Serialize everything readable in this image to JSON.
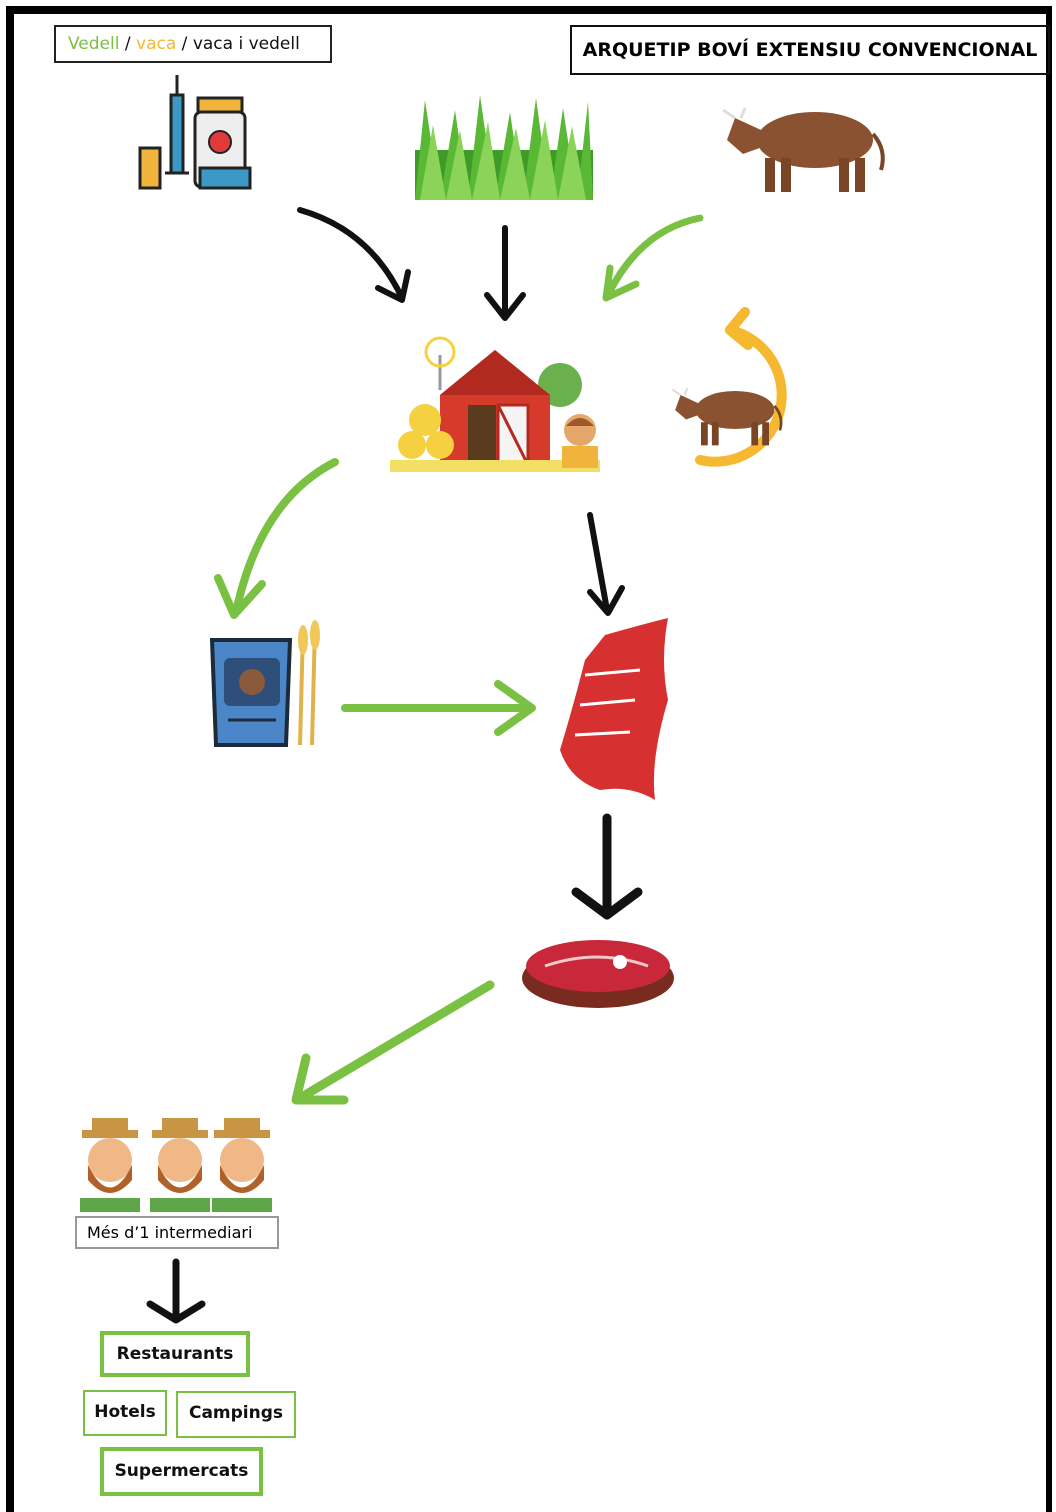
{
  "legend": {
    "part1": "Vedell",
    "sep1": " / ",
    "part2": "vaca",
    "sep2": " / ",
    "part3": "vaca i vedell"
  },
  "title": "ARQUETIP BOVÍ EXTENSIU CONVENCIONAL",
  "intermediary_label": "Més d’1 intermediari",
  "outlets": [
    "Restaurants",
    "Hotels",
    "Campings",
    "Supermercats"
  ],
  "colors": {
    "calf": "#7ac143",
    "cow": "#f5b82e",
    "both": "#111111"
  },
  "icons": [
    "medicine-icon",
    "grass-icon",
    "cow-icon",
    "farm-icon",
    "cow-cycle-icon",
    "feed-bag-icon",
    "carcass-icon",
    "steak-icon",
    "farmers-icon"
  ]
}
